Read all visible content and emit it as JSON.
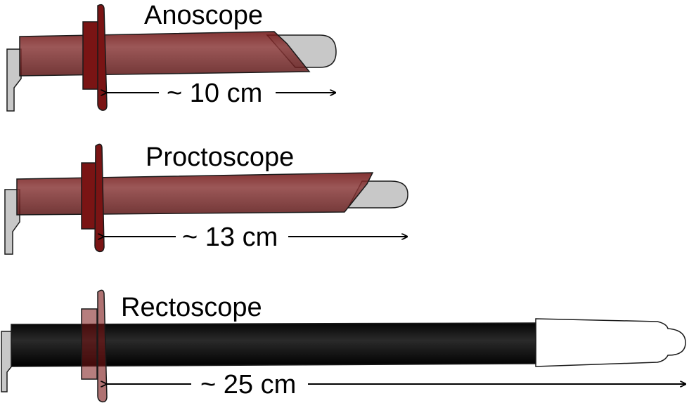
{
  "instruments": [
    {
      "id": "anoscope",
      "name": "Anoscope",
      "length_label": "~ 10 cm",
      "length_cm": 10,
      "colors": {
        "tube": "#7a1f1f",
        "obturator": "#c8c8c8",
        "flange": "#7a1414"
      }
    },
    {
      "id": "proctoscope",
      "name": "Proctoscope",
      "length_label": "~ 13 cm",
      "length_cm": 13,
      "colors": {
        "tube": "#7a1f1f",
        "obturator": "#c8c8c8",
        "flange": "#7a1414"
      }
    },
    {
      "id": "rectoscope",
      "name": "Rectoscope",
      "length_label": "~ 25 cm",
      "length_cm": 25,
      "colors": {
        "tube": "#111111",
        "obturator": "#ffffff",
        "flange": "#7a1414"
      }
    }
  ],
  "colors": {
    "outline": "#1a1a1a",
    "handle": "#c8c8c8",
    "arrow": "#000000"
  }
}
